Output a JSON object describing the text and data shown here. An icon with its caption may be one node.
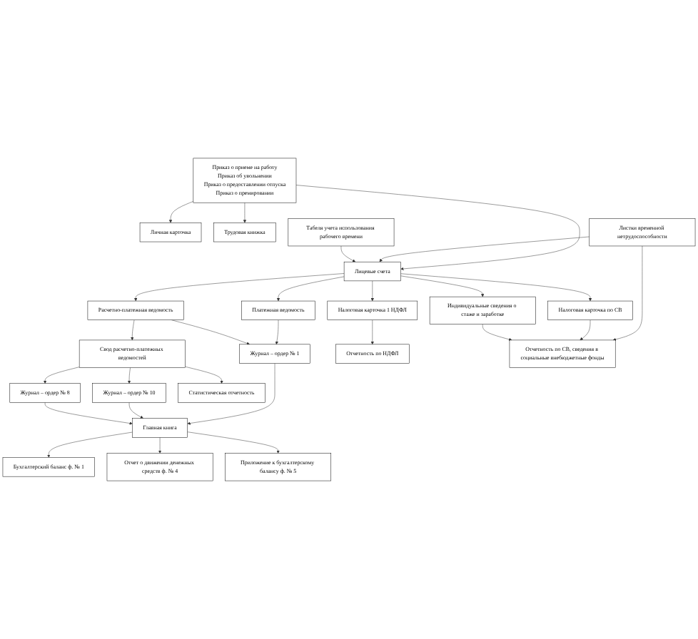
{
  "diagram": {
    "nodes": [
      {
        "text": [
          "Личная карточка"
        ]
      },
      {
        "text": [
          "Приказ о приеме на работу",
          "Приказ об увольнении",
          "Приказ о предоставлении  отпуска",
          "Приказ о премировании"
        ]
      },
      {
        "text": [
          "Трудовая книжка"
        ]
      },
      {
        "text": [
          "Листки временной нетрудоспособности"
        ]
      },
      {
        "text": [
          "Лицевые счета"
        ]
      },
      {
        "text": [
          "Табеля учета использования рабочего времени"
        ]
      },
      {
        "text": [
          "Налоговая карточка 1 НДФЛ"
        ]
      },
      {
        "text": [
          "Платежная ведомость"
        ]
      },
      {
        "text": [
          "Расчетно-платежная ведомость"
        ]
      },
      {
        "text": [
          "Свод расчетно-платежных ведомостей"
        ]
      },
      {
        "text": [
          "Налоговая карточка по СВ"
        ]
      },
      {
        "text": [
          "Индивидуальные сведения о стаже и заработке"
        ]
      },
      {
        "text": [
          "Журнал – ордер № 1"
        ]
      },
      {
        "text": [
          "Журнал – ордер № 10"
        ]
      },
      {
        "text": [
          "Журнал – ордер № 8"
        ]
      },
      {
        "text": [
          "Отчетность по НДФЛ"
        ]
      },
      {
        "text": [
          "Главная книга"
        ]
      },
      {
        "text": [
          "Статистическая отчетность"
        ]
      },
      {
        "text": [
          "Отчетность по СВ, сведения в социальные внебюджетные фонды"
        ]
      },
      {
        "text": [
          "Бухгалтерский баланс ф. № 1"
        ]
      },
      {
        "text": [
          "Отчет о движении денежных средств ф. № 4"
        ]
      },
      {
        "text": [
          "Приложение к бухгалтерскому балансу ф. № 5"
        ]
      }
    ],
    "edges": [
      {
        "from": 1,
        "to": 0,
        "arrow": "to"
      },
      {
        "from": 1,
        "to": 2,
        "arrow": "to"
      },
      {
        "from": 1,
        "to": 4,
        "arrow": "to"
      },
      {
        "from": 3,
        "to": 4,
        "arrow": "to"
      },
      {
        "from": 5,
        "to": 4,
        "arrow": "to"
      },
      {
        "from": 4,
        "to": 6,
        "arrow": "to"
      },
      {
        "from": 4,
        "to": 10,
        "arrow": "to"
      },
      {
        "from": 4,
        "to": 11,
        "arrow": "to"
      },
      {
        "from": 4,
        "to": 7,
        "arrow": "to"
      },
      {
        "from": 4,
        "to": 8,
        "arrow": "to"
      },
      {
        "from": 8,
        "to": 9,
        "arrow": "to"
      },
      {
        "from": 7,
        "to": 12,
        "arrow": "to"
      },
      {
        "from": 8,
        "to": 12,
        "arrow": "to"
      },
      {
        "from": 9,
        "to": 13,
        "arrow": "to"
      },
      {
        "from": 9,
        "to": 14,
        "arrow": "to"
      },
      {
        "from": 6,
        "to": 15,
        "arrow": "to"
      },
      {
        "from": 9,
        "to": 17,
        "arrow": "to"
      },
      {
        "from": 3,
        "to": 18,
        "arrow": "to"
      },
      {
        "from": 10,
        "to": 18,
        "arrow": "to"
      },
      {
        "from": 11,
        "to": 18,
        "arrow": "to"
      },
      {
        "from": 12,
        "to": 16,
        "arrow": "to"
      },
      {
        "from": 13,
        "to": 16,
        "arrow": "to"
      },
      {
        "from": 14,
        "to": 16,
        "arrow": "to"
      },
      {
        "from": 16,
        "to": 19,
        "arrow": "to"
      },
      {
        "from": 16,
        "to": 20,
        "arrow": "to"
      },
      {
        "from": 16,
        "to": 21,
        "arrow": "to"
      }
    ]
  }
}
